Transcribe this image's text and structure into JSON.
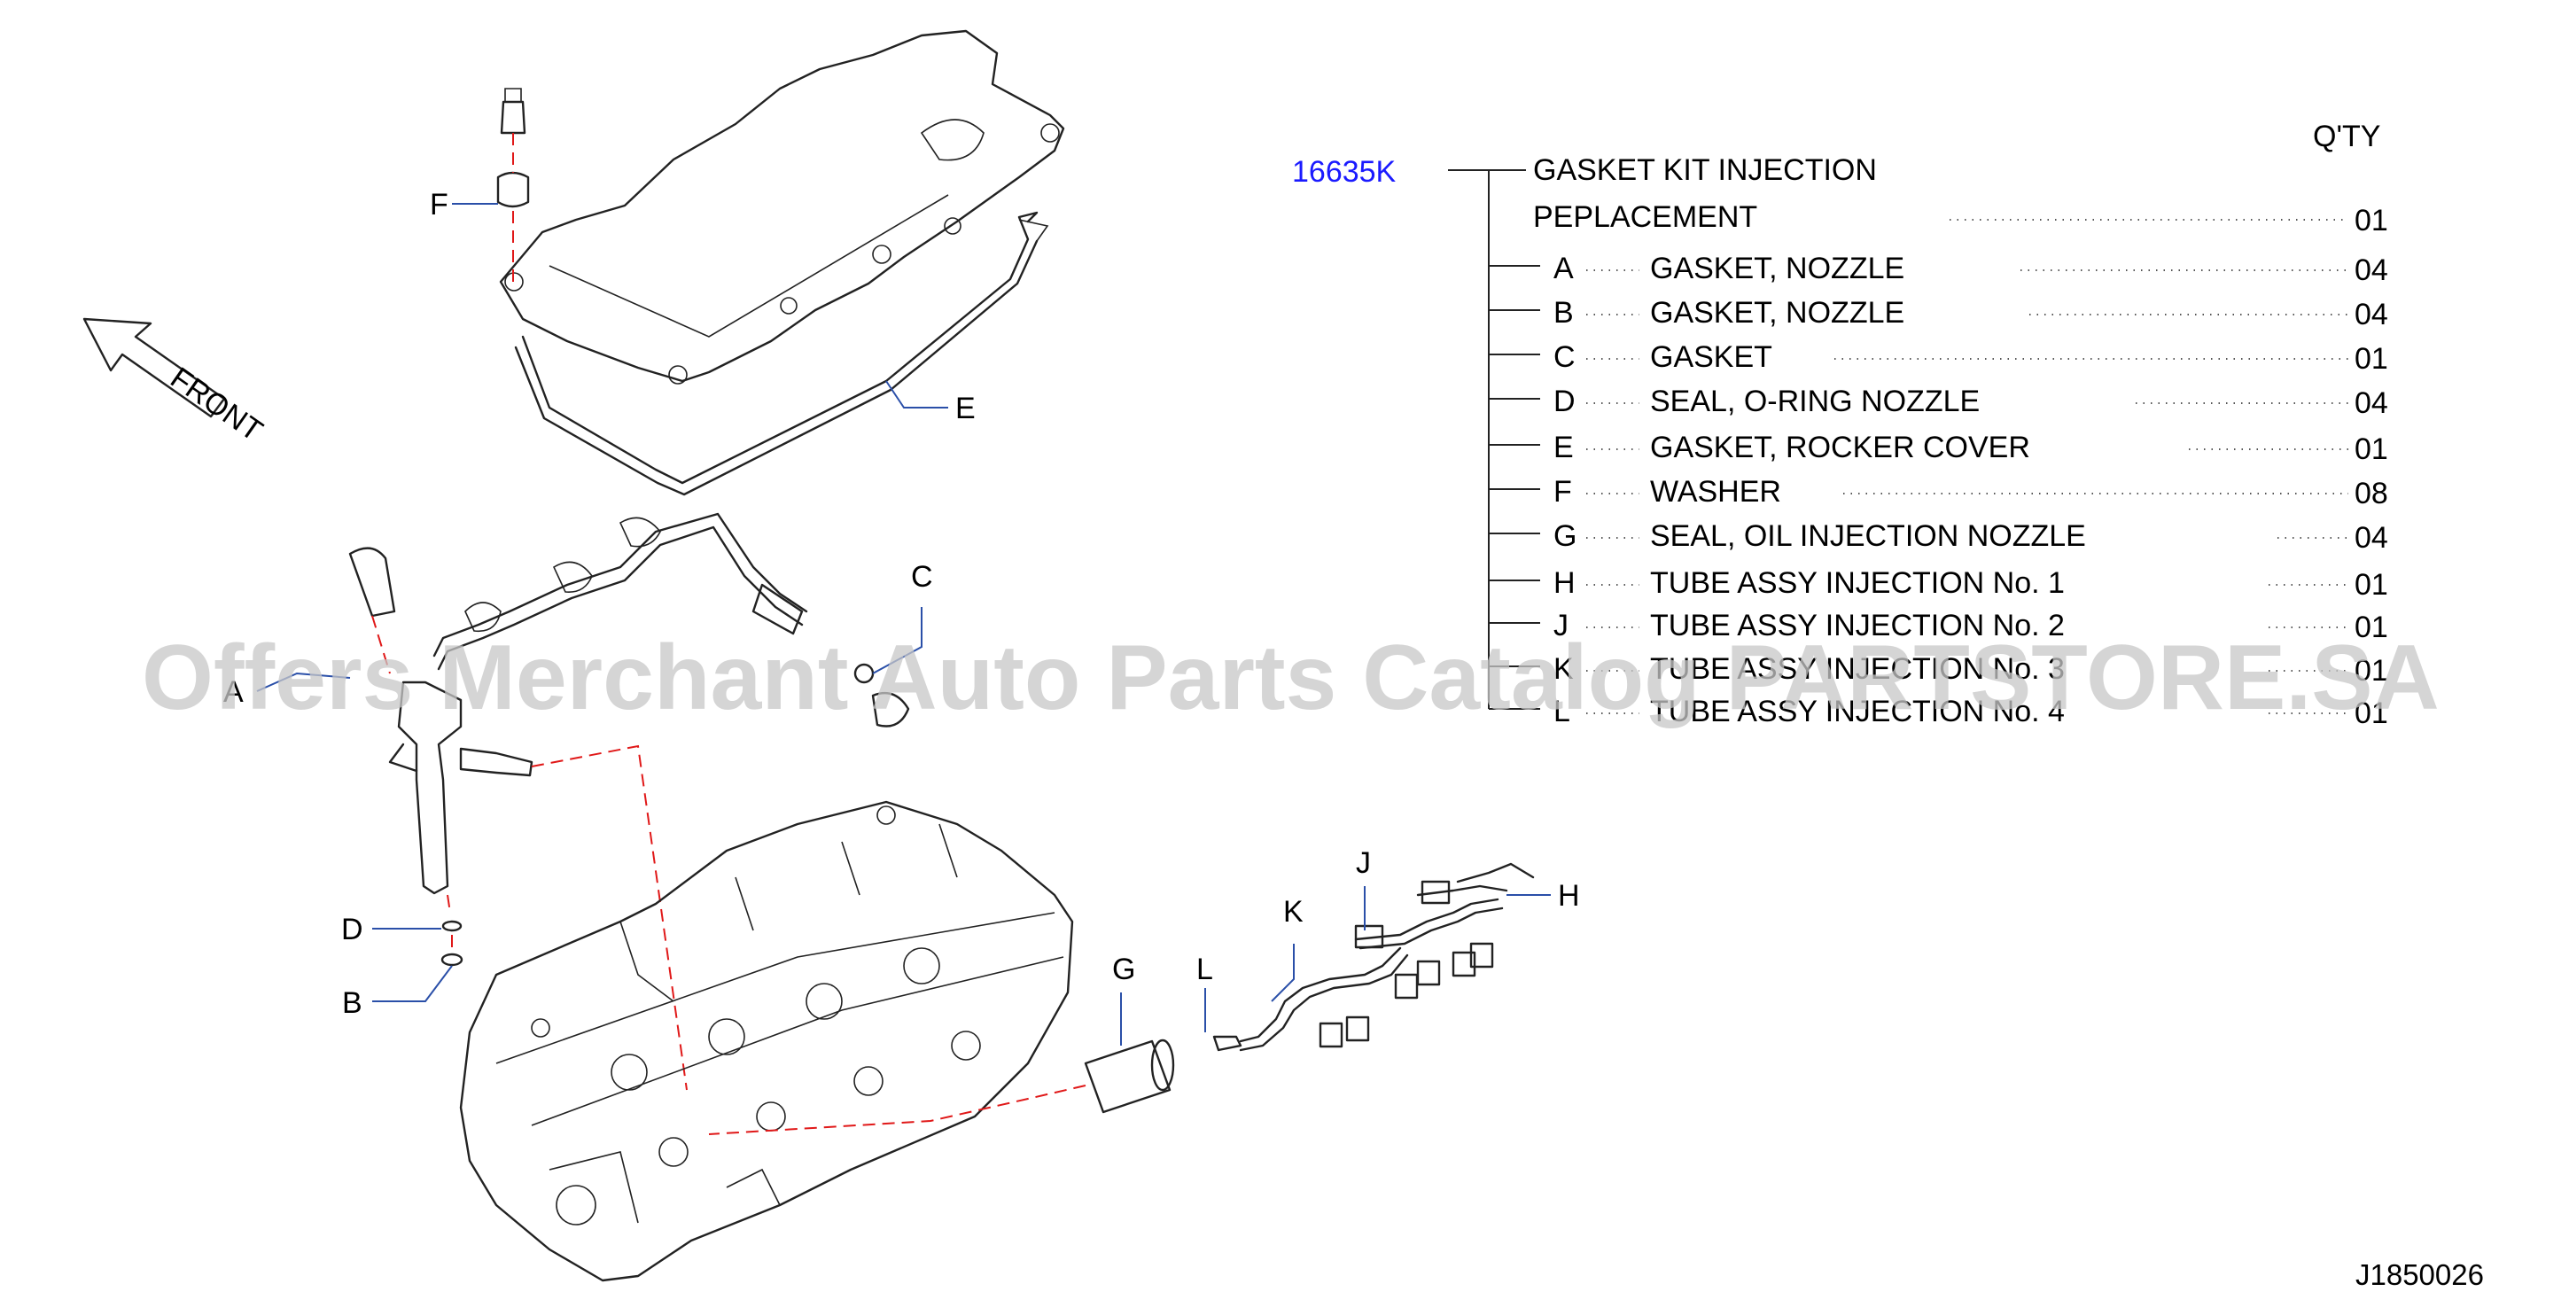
{
  "diagram_code": "J1850026",
  "front_label": "FRONT",
  "qty_header": "Q'TY",
  "kit": {
    "part_number": "16635K",
    "name_line1": "GASKET  KIT  INJECTION",
    "name_line2": "PEPLACEMENT",
    "qty": "01",
    "part_number_color": "#1a1aff"
  },
  "items": [
    {
      "ref": "A",
      "name": "GASKET,  NOZZLE",
      "qty": "04"
    },
    {
      "ref": "B",
      "name": "GASKET,  NOZZLE",
      "qty": "04"
    },
    {
      "ref": "C",
      "name": "GASKET",
      "qty": "01"
    },
    {
      "ref": "D",
      "name": "SEAL,  O-RING  NOZZLE",
      "qty": "04"
    },
    {
      "ref": "E",
      "name": "GASKET,  ROCKER  COVER",
      "qty": "01"
    },
    {
      "ref": "F",
      "name": "WASHER",
      "qty": "08"
    },
    {
      "ref": "G",
      "name": "SEAL,  OIL  INJECTION  NOZZLE",
      "qty": "04"
    },
    {
      "ref": "H",
      "name": "TUBE  ASSY  INJECTION  No.  1",
      "qty": "01"
    },
    {
      "ref": "J",
      "name": "TUBE  ASSY  INJECTION  No.  2",
      "qty": "01"
    },
    {
      "ref": "K",
      "name": "TUBE  ASSY  INJECTION  No.  3",
      "qty": "01"
    },
    {
      "ref": "L",
      "name": "TUBE  ASSY  INJECTION  No.  4",
      "qty": "01"
    }
  ],
  "callouts": {
    "A": "A",
    "B": "B",
    "C": "C",
    "D": "D",
    "E": "E",
    "F": "F",
    "G": "G",
    "H": "H",
    "J": "J",
    "K": "K",
    "L": "L"
  },
  "watermark": "Offers Merchant Auto Parts Catalog PARTSTORE.SA",
  "colors": {
    "leader_line": "#2a4fa8",
    "dashed_line": "#e01818",
    "watermark": "#c8c8c8"
  }
}
